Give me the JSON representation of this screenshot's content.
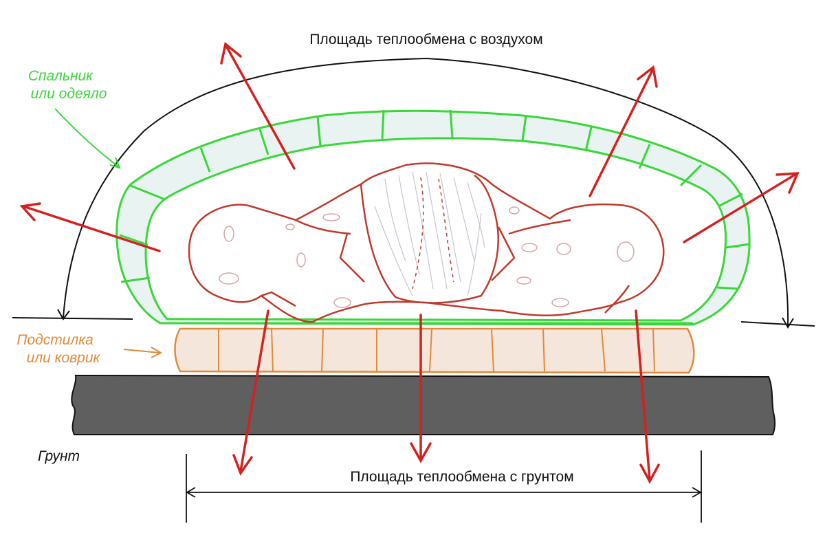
{
  "labels": {
    "air_area": "Площадь теплообмена с воздухом",
    "sleeping_bag_line1": "Спальник",
    "sleeping_bag_line2": "или одеяло",
    "mat_line1": "Подстилка",
    "mat_line2": "или коврик",
    "ground": "Грунт",
    "ground_area": "Площадь теплообмена с грунтом"
  },
  "colors": {
    "sleeping_bag": "#39d739",
    "sleeping_bag_fill": "#e9f4f2",
    "mat": "#e28a3a",
    "mat_fill": "#f4e6da",
    "ground": "#5f5f5f",
    "body_outline": "#c0392b",
    "heat_arrow": "#d62020",
    "outline": "#111111"
  }
}
